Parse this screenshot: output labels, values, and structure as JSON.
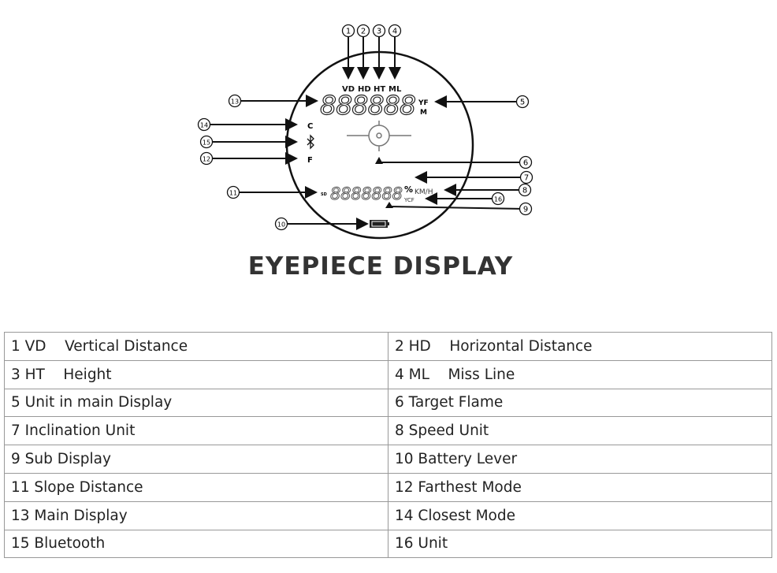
{
  "diagram": {
    "top_labels": [
      "VD",
      "HD",
      "HT",
      "ML"
    ],
    "main_digits": "888888",
    "main_units": [
      "YF",
      "M"
    ],
    "left_labels": [
      "C",
      "F"
    ],
    "sub_prefix": "SD",
    "sub_digits": "8888888",
    "sub_units": {
      "incl": "%",
      "speed": "KM/H",
      "unit": "YCF"
    },
    "callouts": [
      "1",
      "2",
      "3",
      "4",
      "5",
      "6",
      "7",
      "8",
      "9",
      "10",
      "11",
      "12",
      "13",
      "14",
      "15",
      "16"
    ]
  },
  "title": "EYEPIECE  DISPLAY",
  "table": [
    [
      "1 VD    Vertical Distance",
      "2 HD    Horizontal Distance"
    ],
    [
      "3 HT    Height",
      "4 ML    Miss Line"
    ],
    [
      "5 Unit in main Display",
      "6 Target Flame"
    ],
    [
      "7 Inclination Unit",
      "8 Speed Unit"
    ],
    [
      "9 Sub Display",
      "10 Battery Lever"
    ],
    [
      "11 Slope Distance",
      "12 Farthest Mode"
    ],
    [
      "13 Main Display",
      "14 Closest Mode"
    ],
    [
      "15 Bluetooth",
      "16 Unit"
    ]
  ]
}
